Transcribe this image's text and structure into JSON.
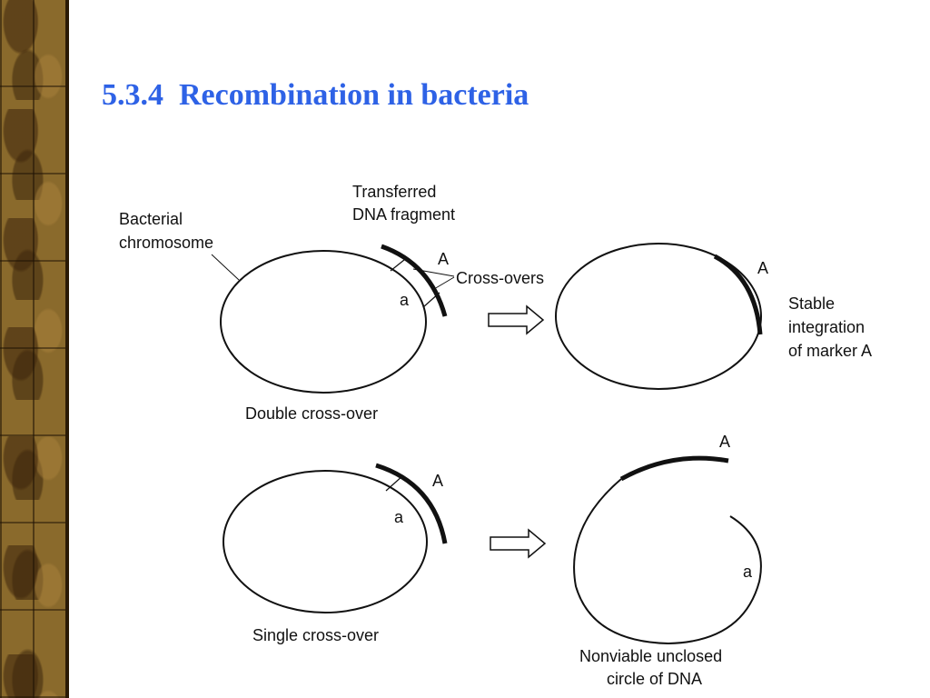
{
  "title": "5.3.4  Recombination in bacteria",
  "diagram": {
    "bacterial_chromosome_line1": "Bacterial",
    "bacterial_chromosome_line2": "chromosome",
    "transferred_line1": "Transferred",
    "transferred_line2": "DNA fragment",
    "marker_upper": "A",
    "marker_lower": "a",
    "cross_overs": "Cross-overs",
    "double_caption": "Double cross-over",
    "stable_line1": "Stable",
    "stable_line2": "integration",
    "stable_line3": "of marker A",
    "single_caption": "Single cross-over",
    "nonviable_line1": "Nonviable unclosed",
    "nonviable_line2": "circle of DNA"
  }
}
